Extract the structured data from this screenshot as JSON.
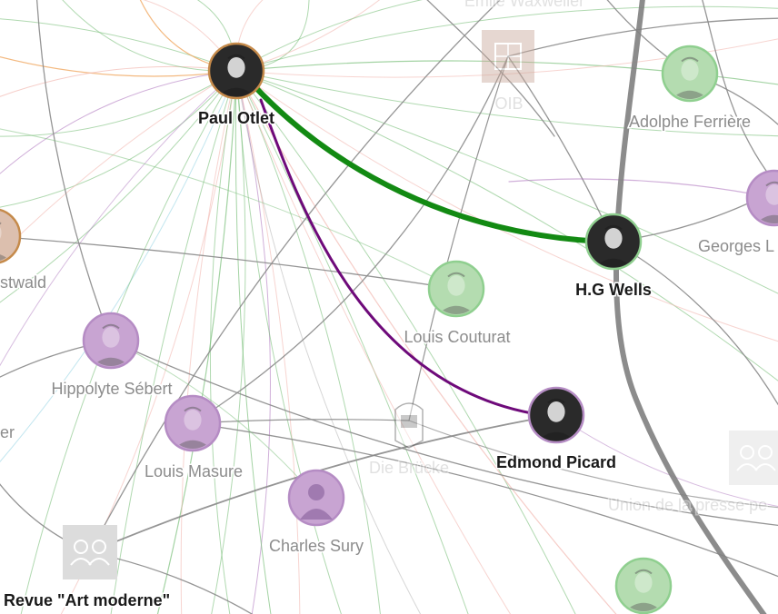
{
  "graph": {
    "colors": {
      "edge_gray": "#8a8a8a",
      "edge_green": "#7cc07c",
      "edge_pink": "#f2b8b0",
      "edge_purple": "#b07ac0",
      "edge_orange": "#f0a860",
      "edge_lightblue": "#a8dce8",
      "strong_green": "#138a13",
      "strong_purple": "#6e0a7a",
      "ring_green": "#8fcf8f",
      "ring_purple": "#b58cc4",
      "node_fill_green": "#b4dcb0",
      "node_fill_purple": "#c8a4d2",
      "label_dark": "#1a1a1a",
      "label_faded": "#8c8c8c"
    },
    "nodes": [
      {
        "id": "paul-otlet",
        "label": "Paul Otlet",
        "kind": "photo",
        "ring": "orange",
        "emphasis": "strong"
      },
      {
        "id": "h-g-wells",
        "label": "H.G Wells",
        "kind": "photo",
        "ring": "green",
        "emphasis": "strong"
      },
      {
        "id": "edmond-picard",
        "label": "Edmond Picard",
        "kind": "photo",
        "ring": "purple",
        "emphasis": "strong"
      },
      {
        "id": "louis-couturat",
        "label": "Louis Couturat",
        "kind": "photo",
        "ring": "green",
        "emphasis": "medium"
      },
      {
        "id": "hippolyte-sebert",
        "label": "Hippolyte Sébert",
        "kind": "photo",
        "ring": "purple",
        "emphasis": "medium"
      },
      {
        "id": "louis-masure",
        "label": "Louis Masure",
        "kind": "photo",
        "ring": "purple",
        "emphasis": "medium"
      },
      {
        "id": "charles-sury",
        "label": "Charles Sury",
        "kind": "silhouette",
        "ring": "purple",
        "emphasis": "medium"
      },
      {
        "id": "adolphe-ferriere",
        "label": "Adolphe Ferrière",
        "kind": "photo",
        "ring": "green",
        "emphasis": "medium"
      },
      {
        "id": "georges-l",
        "label": "Georges L",
        "kind": "photo",
        "ring": "purple",
        "emphasis": "medium"
      },
      {
        "id": "ostwald",
        "label": "stwald",
        "kind": "photo",
        "ring": "orange",
        "emphasis": "medium"
      },
      {
        "id": "er",
        "label": "er",
        "kind": "none",
        "ring": "none",
        "emphasis": "medium"
      },
      {
        "id": "oib",
        "label": "OIB",
        "kind": "org-square",
        "ring": "none",
        "emphasis": "faded"
      },
      {
        "id": "emile-waxweiler",
        "label": "Emile Waxweiler",
        "kind": "none",
        "ring": "none",
        "emphasis": "faded"
      },
      {
        "id": "die-brucke",
        "label": "Die Brücke",
        "kind": "building",
        "ring": "none",
        "emphasis": "faded"
      },
      {
        "id": "union-presse",
        "label": "Union de la presse pe",
        "kind": "group-square",
        "ring": "none",
        "emphasis": "faded"
      },
      {
        "id": "revue-art-moderne",
        "label": "Revue \"Art moderne\"",
        "kind": "group-square",
        "ring": "none",
        "emphasis": "strong"
      },
      {
        "id": "bottom-right-person",
        "label": "",
        "kind": "photo",
        "ring": "green",
        "emphasis": "medium"
      }
    ],
    "highlighted_edges": [
      {
        "from": "paul-otlet",
        "to": "h-g-wells",
        "color": "strong_green"
      },
      {
        "from": "paul-otlet",
        "to": "edmond-picard",
        "color": "strong_purple"
      }
    ]
  }
}
